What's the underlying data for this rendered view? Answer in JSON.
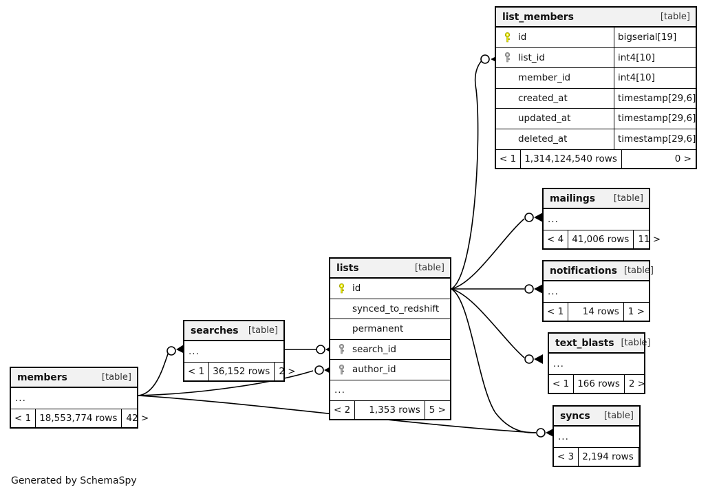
{
  "diagram": {
    "credit": "Generated by SchemaSpy",
    "table_tag": "[table]",
    "ellipsis": "...",
    "rows_suffix": "rows",
    "pk_icon": "yellow-key-icon",
    "fk_icon": "gray-key-icon",
    "colors": {
      "pk_key": "#e8e800",
      "fk_key": "#a6a6a6",
      "header_bg": "#f2f2f2",
      "border": "#000000",
      "background": "#ffffff",
      "edge": "#000000"
    }
  },
  "tables": {
    "list_members": {
      "name": "list_members",
      "tag": "[table]",
      "columns": [
        {
          "key": "pk",
          "name": "id",
          "type": "bigserial[19]"
        },
        {
          "key": "fk",
          "name": "list_id",
          "type": "int4[10]"
        },
        {
          "key": "none",
          "name": "member_id",
          "type": "int4[10]"
        },
        {
          "key": "none",
          "name": "created_at",
          "type": "timestamp[29,6]"
        },
        {
          "key": "none",
          "name": "updated_at",
          "type": "timestamp[29,6]"
        },
        {
          "key": "none",
          "name": "deleted_at",
          "type": "timestamp[29,6]"
        }
      ],
      "footer": {
        "left": "< 1",
        "middle": "1,314,124,540 rows",
        "right": "0 >"
      }
    },
    "lists": {
      "name": "lists",
      "tag": "[table]",
      "columns": [
        {
          "key": "pk",
          "name": "id",
          "type": ""
        },
        {
          "key": "none",
          "name": "synced_to_redshift",
          "type": ""
        },
        {
          "key": "none",
          "name": "permanent",
          "type": ""
        },
        {
          "key": "fk",
          "name": "search_id",
          "type": ""
        },
        {
          "key": "fk",
          "name": "author_id",
          "type": ""
        }
      ],
      "more": "...",
      "footer": {
        "left": "< 2",
        "middle": "1,353 rows",
        "right": "5 >"
      }
    },
    "searches": {
      "name": "searches",
      "tag": "[table]",
      "more": "...",
      "footer": {
        "left": "< 1",
        "middle": "36,152 rows",
        "right": "2 >"
      }
    },
    "members": {
      "name": "members",
      "tag": "[table]",
      "more": "...",
      "footer": {
        "left": "< 1",
        "middle": "18,553,774 rows",
        "right": "42 >"
      }
    },
    "mailings": {
      "name": "mailings",
      "tag": "[table]",
      "more": "...",
      "footer": {
        "left": "< 4",
        "middle": "41,006 rows",
        "right": "11 >"
      }
    },
    "notifications": {
      "name": "notifications",
      "tag": "[table]",
      "more": "...",
      "footer": {
        "left": "< 1",
        "middle": "14 rows",
        "right": "1 >"
      }
    },
    "text_blasts": {
      "name": "text_blasts",
      "tag": "[table]",
      "more": "...",
      "footer": {
        "left": "< 1",
        "middle": "166 rows",
        "right": "2 >"
      }
    },
    "syncs": {
      "name": "syncs",
      "tag": "[table]",
      "more": "...",
      "footer": {
        "left": "< 3",
        "middle": "2,194 rows",
        "right": ""
      }
    }
  },
  "relationships": [
    {
      "from": "lists",
      "to": "list_members",
      "label": "list_id"
    },
    {
      "from": "lists",
      "to": "mailings",
      "label": ""
    },
    {
      "from": "lists",
      "to": "notifications",
      "label": ""
    },
    {
      "from": "lists",
      "to": "text_blasts",
      "label": ""
    },
    {
      "from": "lists",
      "to": "syncs",
      "label": ""
    },
    {
      "from": "searches",
      "to": "lists",
      "label": "search_id"
    },
    {
      "from": "members",
      "to": "lists",
      "label": "author_id"
    },
    {
      "from": "members",
      "to": "searches",
      "label": ""
    },
    {
      "from": "members",
      "to": "syncs",
      "label": ""
    }
  ]
}
